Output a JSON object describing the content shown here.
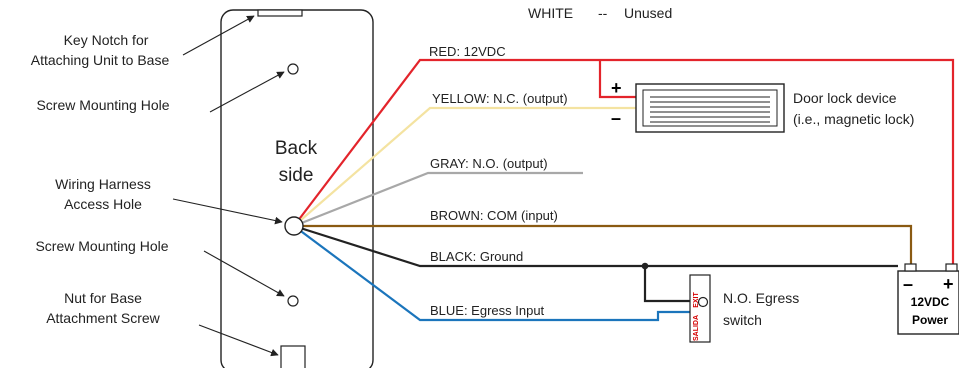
{
  "legend": {
    "white": "WHITE",
    "white_sep": "--",
    "white_desc": "Unused"
  },
  "panel": {
    "back_line1": "Back",
    "back_line2": "side"
  },
  "callouts": {
    "key_notch_1": "Key Notch for",
    "key_notch_2": "Attaching Unit to Base",
    "screw_top": "Screw Mounting Hole",
    "harness_1": "Wiring Harness",
    "harness_2": "Access Hole",
    "screw_bottom": "Screw Mounting Hole",
    "nut_1": "Nut for Base",
    "nut_2": "Attachment Screw"
  },
  "wires": {
    "red": "RED: 12VDC",
    "yellow": "YELLOW: N.C. (output)",
    "gray": "GRAY: N.O. (output)",
    "brown": "BROWN: COM (input)",
    "black": "BLACK: Ground",
    "blue": "BLUE: Egress Input"
  },
  "door_lock": {
    "plus": "+",
    "minus": "–",
    "line1": "Door lock device",
    "line2": "(i.e., magnetic lock)"
  },
  "egress": {
    "line1": "N.O. Egress",
    "line2": "switch",
    "exit": "EXIT",
    "salida": "SALIDA"
  },
  "power": {
    "minus": "–",
    "plus": "+",
    "line1": "12VDC",
    "line2": "Power"
  },
  "colors": {
    "red": "#e3242b",
    "yellow": "#f4e3a1",
    "gray": "#a8a8a8",
    "brown": "#8a5a12",
    "black": "#222222",
    "blue": "#1b75bc"
  }
}
